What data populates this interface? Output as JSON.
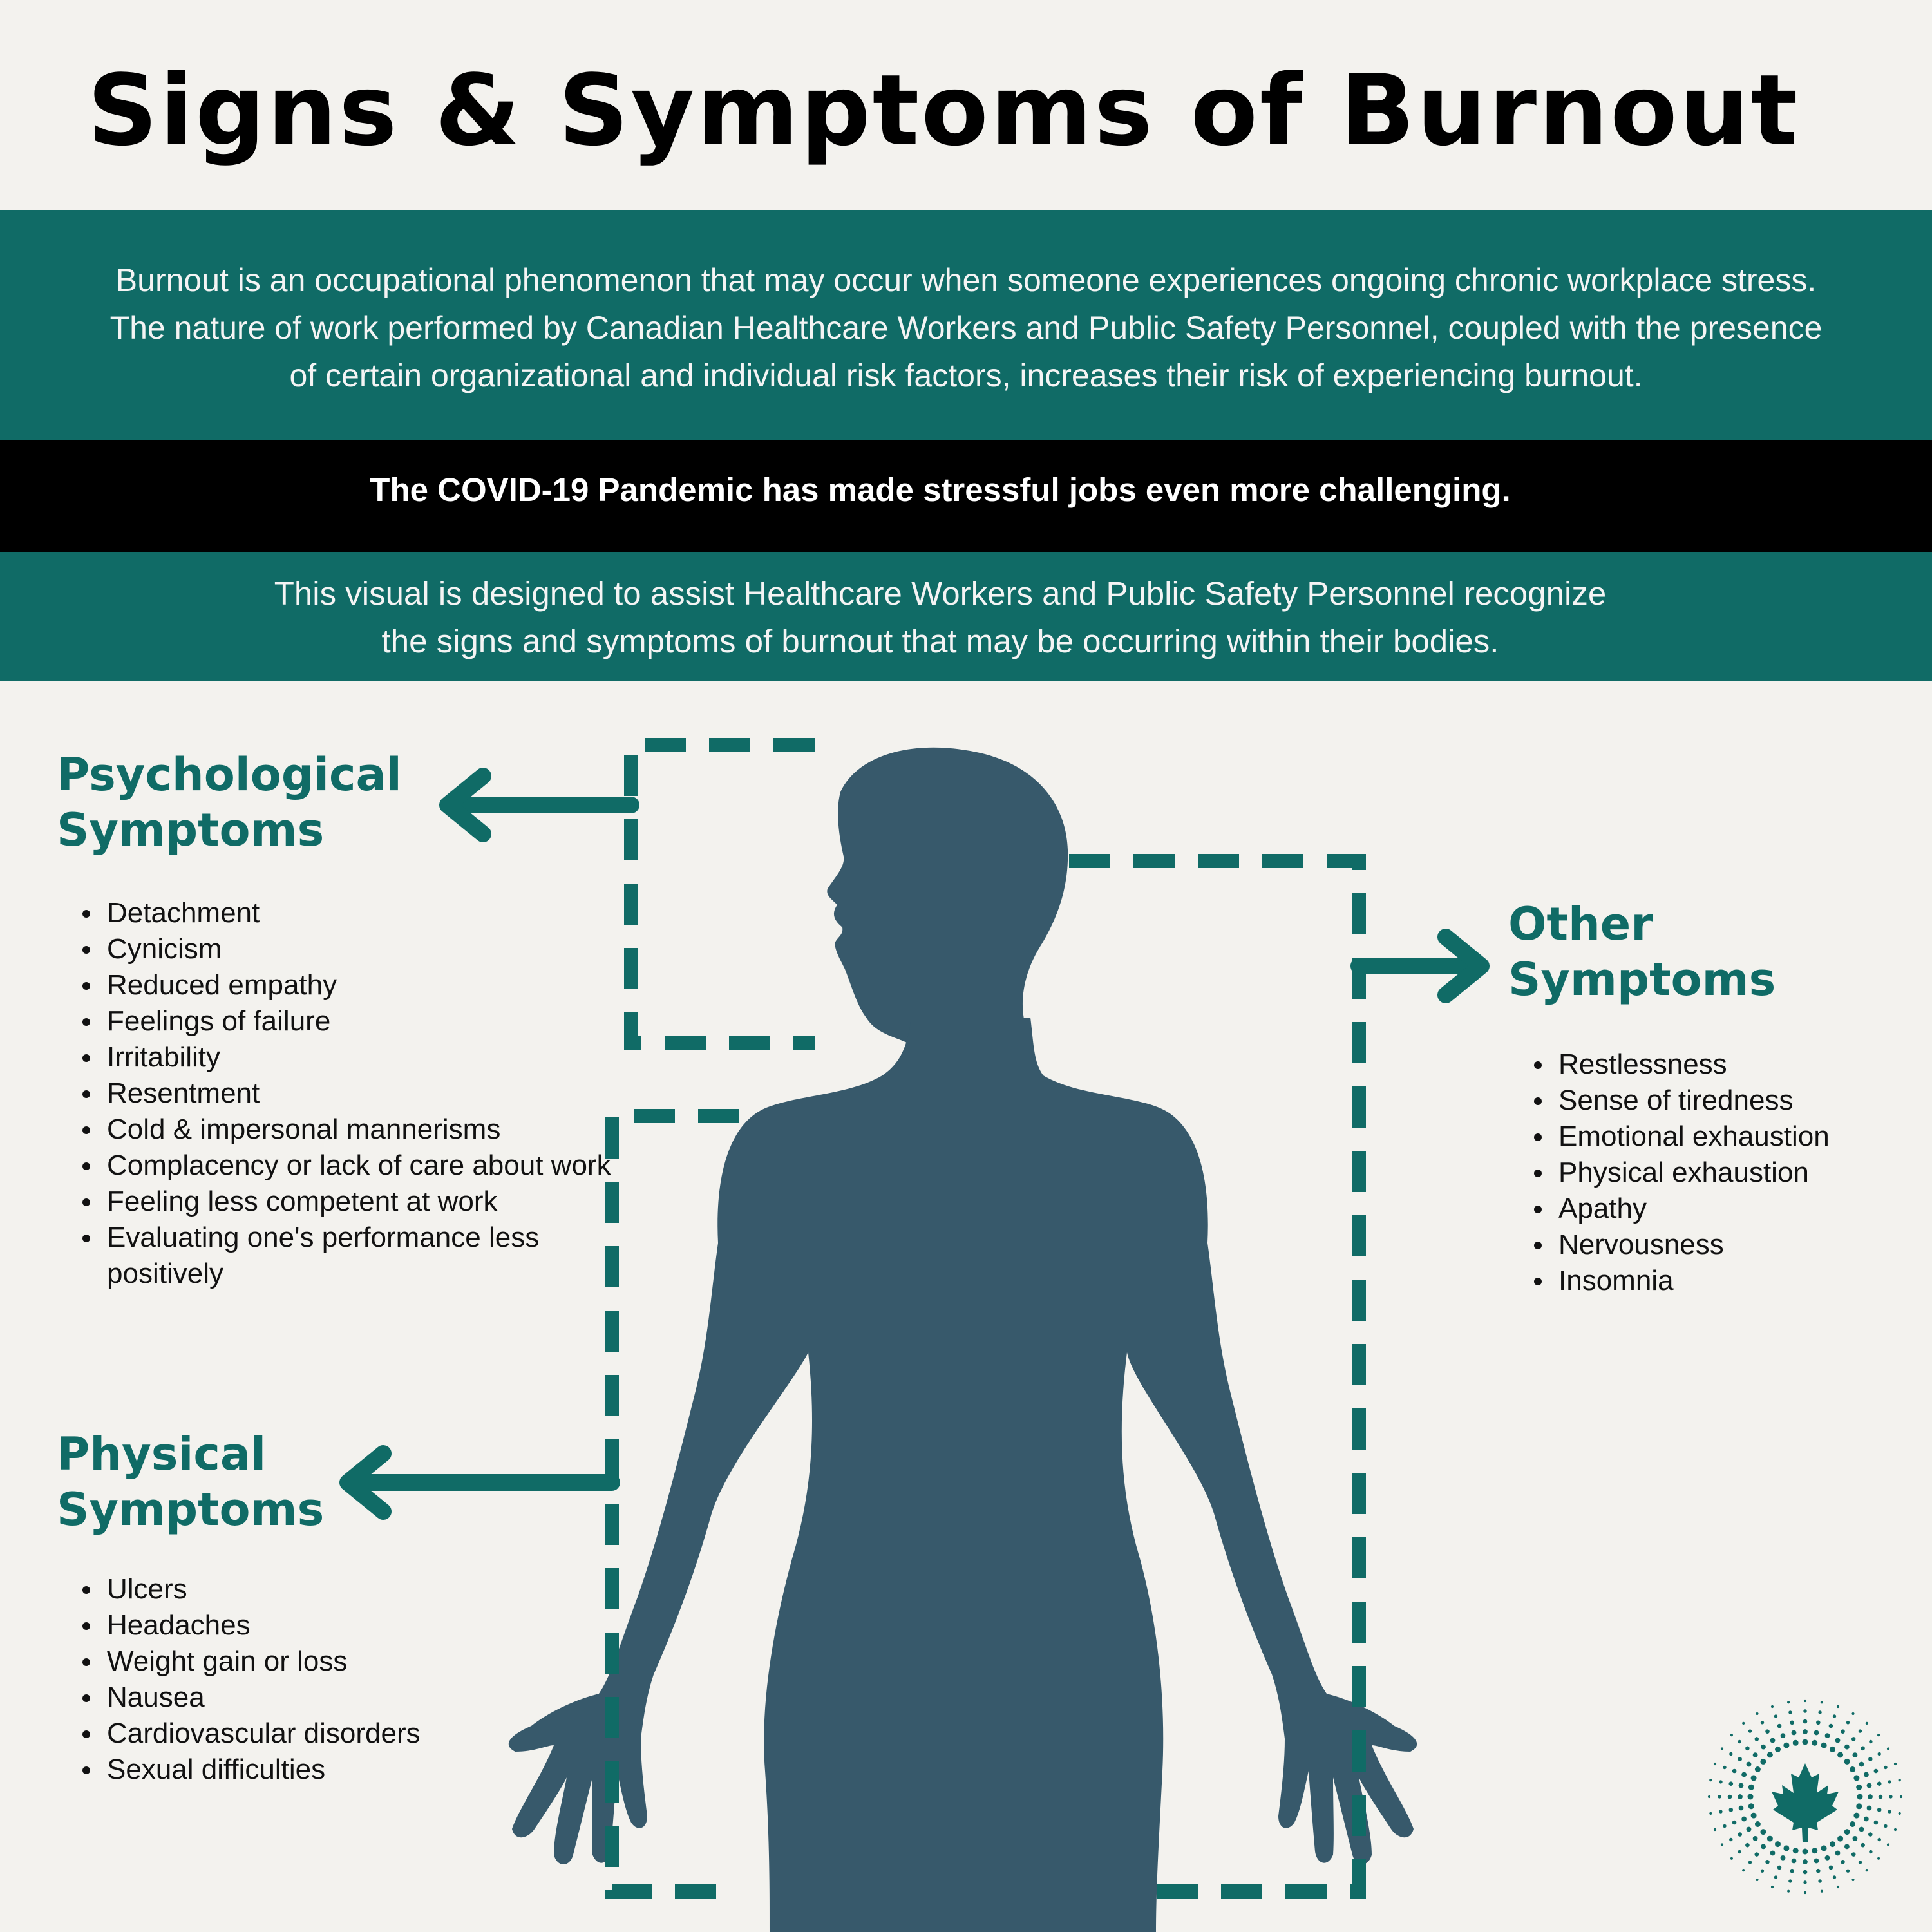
{
  "title": "Signs & Symptoms of Burnout",
  "intro": {
    "lines": [
      "Burnout is an occupational phenomenon that may occur when someone experiences ongoing chronic workplace stress.",
      "The nature of work performed by Canadian Healthcare Workers and Public Safety Personnel, coupled with the presence",
      "of certain organizational and individual risk factors, increases their risk of experiencing burnout."
    ]
  },
  "covid_banner": "The COVID-19 Pandemic has made stressful jobs even more challenging.",
  "visual_note": {
    "lines": [
      "This visual is designed to assist Healthcare Workers and Public Safety Personnel recognize",
      "the signs and symptoms of burnout that may be occurring within their bodies."
    ]
  },
  "psychological": {
    "heading": [
      "Psychological",
      "Symptoms"
    ],
    "items": [
      "Detachment",
      "Cynicism",
      "Reduced empathy",
      "Feelings of failure",
      "Irritability",
      "Resentment",
      "Cold & impersonal mannerisms",
      "Complacency or lack of care about work",
      "Feeling less competent at work",
      "Evaluating one's performance less positively"
    ]
  },
  "physical": {
    "heading": [
      "Physical",
      "Symptoms"
    ],
    "items": [
      "Ulcers",
      "Headaches",
      "Weight gain or loss",
      "Nausea",
      "Cardiovascular disorders",
      "Sexual difficulties"
    ]
  },
  "other": {
    "heading": [
      "Other",
      "Symptoms"
    ],
    "items": [
      "Restlessness",
      "Sense of tiredness",
      "Emotional exhaustion",
      "Physical exhaustion",
      "Apathy",
      "Nervousness",
      "Insomnia"
    ]
  },
  "colors": {
    "teal": "#106b66",
    "silhouette": "#37596b",
    "background": "#f3f2ee",
    "banner_black": "#000000"
  },
  "icons": {
    "arrows": "arrow-icon",
    "logo": "maple-leaf-burst-logo"
  }
}
